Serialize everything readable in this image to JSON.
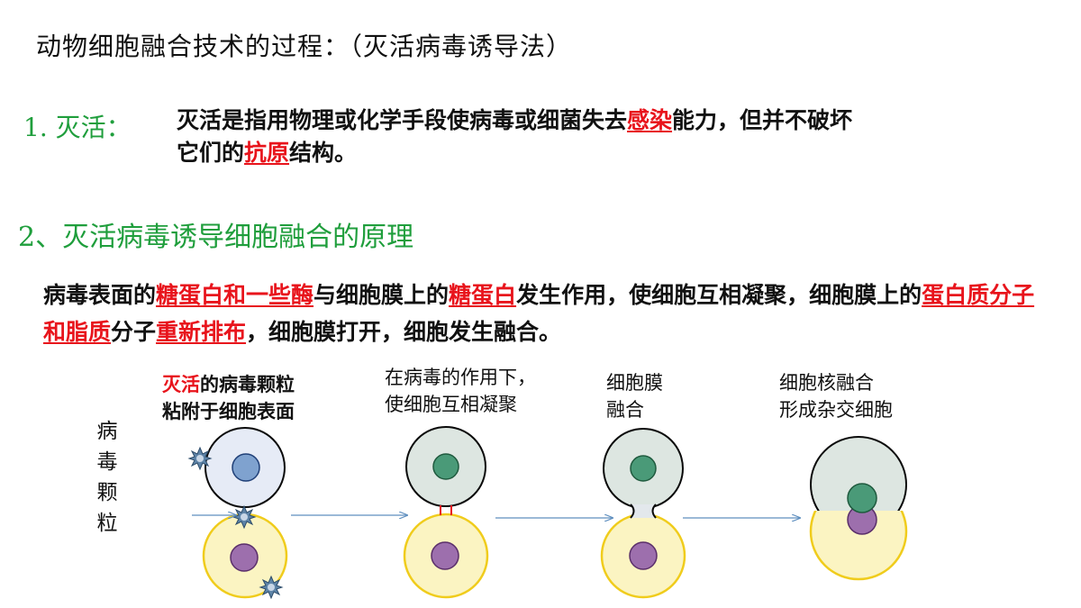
{
  "title": "动物细胞融合技术的过程：（灭活病毒诱导法）",
  "section1": {
    "heading": "1. 灭活：",
    "line1_a": "灭活是指用物理或化学手段使病毒或细菌失去",
    "line1_hl": "感染",
    "line1_b": "能力，但并不破坏",
    "line2_a": "它们的",
    "line2_hl": "抗原",
    "line2_b": "结构。"
  },
  "section2": {
    "heading": "2、灭活病毒诱导细胞融合的原理",
    "t1": "病毒表面的",
    "h1": "糖蛋白和一些酶",
    "t2": "与细胞膜上的",
    "h2": "糖蛋白",
    "t3": "发生作用，使细胞互相凝聚，细胞膜上的",
    "h3": "蛋白质分子和脂质",
    "t4": "分子",
    "h4": "重新排布",
    "t5": "，细胞膜打开，细胞发生融合。"
  },
  "diagram": {
    "side_label": [
      "病",
      "毒",
      "颗",
      "粒"
    ],
    "step1": {
      "l1_red": "灭活",
      "l1_rest": "的病毒颗粒",
      "l2": "粘附于细胞表面"
    },
    "step2": {
      "l1": "在病毒的作用下，",
      "l2": "使细胞互相凝聚"
    },
    "step3": {
      "l1": "细胞膜",
      "l2": "融合"
    },
    "step4": {
      "l1": "细胞核融合",
      "l2": "形成杂交细胞"
    },
    "colors": {
      "blue_cell_fill": "#e6ebf6",
      "cell_outline": "#0a0a0a",
      "blue_nucleus": "#7fa2cf",
      "gray_cell_fill": "#dde6e1",
      "green_nucleus": "#4a9a78",
      "yellow_cell_fill": "#fbf4c2",
      "yellow_outline": "#f0cc1c",
      "purple_nucleus": "#9d6fad",
      "virus": "#5e84a8",
      "arrow": "#5f8fbf",
      "link_red": "#e8141c"
    }
  }
}
